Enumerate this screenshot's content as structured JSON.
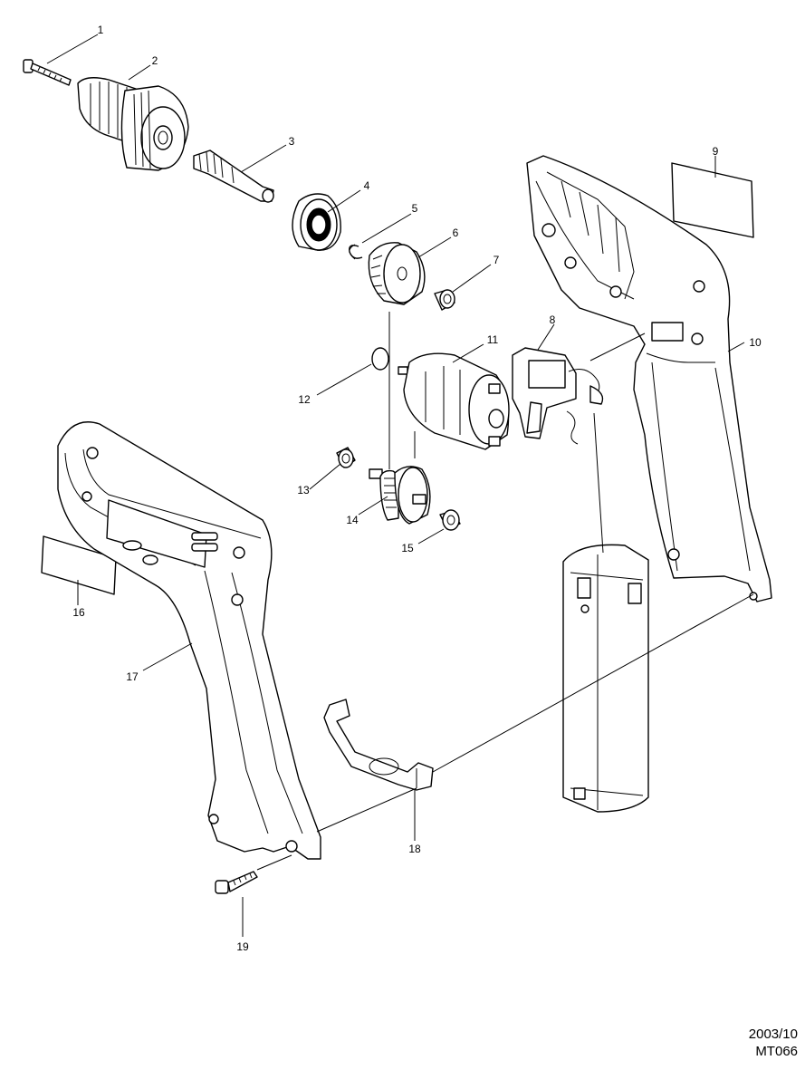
{
  "parts": [
    {
      "number": "1"
    },
    {
      "number": "2"
    },
    {
      "number": "3"
    },
    {
      "number": "4"
    },
    {
      "number": "5"
    },
    {
      "number": "6"
    },
    {
      "number": "7"
    },
    {
      "number": "8"
    },
    {
      "number": "9"
    },
    {
      "number": "10"
    },
    {
      "number": "11"
    },
    {
      "number": "12"
    },
    {
      "number": "13"
    },
    {
      "number": "14"
    },
    {
      "number": "15"
    },
    {
      "number": "16"
    },
    {
      "number": "17"
    },
    {
      "number": "18"
    },
    {
      "number": "19"
    }
  ],
  "footer": {
    "date": "2003/10",
    "code": "MT066"
  }
}
